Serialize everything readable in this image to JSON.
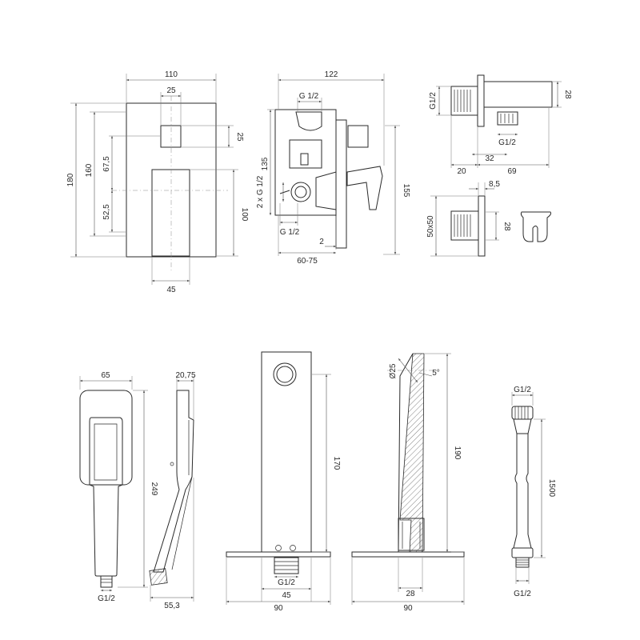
{
  "valve_body": {
    "d_110": "110",
    "d_25_top": "25",
    "d_25_side": "25",
    "d_180": "180",
    "d_160": "160",
    "d_67_5": "67,5",
    "d_52_5": "52,5",
    "d_100": "100",
    "d_45": "45"
  },
  "valve_side": {
    "d_122": "122",
    "g_half_top": "G 1/2",
    "d_135": "135",
    "g_2x_half": "2 x G 1/2",
    "d_155": "155",
    "g_half_bottom": "G 1/2",
    "d_2": "2",
    "d_60_75": "60-75"
  },
  "wall_outlet": {
    "g_half": "G1/2",
    "d_28": "28",
    "g_half_nozzle": "G1/2",
    "d_20": "20",
    "d_32": "32",
    "d_69": "69"
  },
  "holder": {
    "d_8_5": "8,5",
    "d_50x50": "50x50",
    "d_28": "28"
  },
  "hand_shower": {
    "d_65": "65",
    "d_249": "249",
    "g_half": "G1/2"
  },
  "hand_shower_side": {
    "d_20_75": "20,75",
    "d_55_3": "55,3"
  },
  "spout_front": {
    "d_170": "170",
    "g_half": "G1/2",
    "d_45": "45",
    "d_90": "90"
  },
  "spout_side": {
    "d_25": "Ø25",
    "angle": "5°",
    "d_190": "190",
    "d_28": "28",
    "d_90": "90"
  },
  "hose": {
    "g_half_top": "G1/2",
    "d_1500": "1500",
    "g_half_bottom": "G1/2"
  }
}
